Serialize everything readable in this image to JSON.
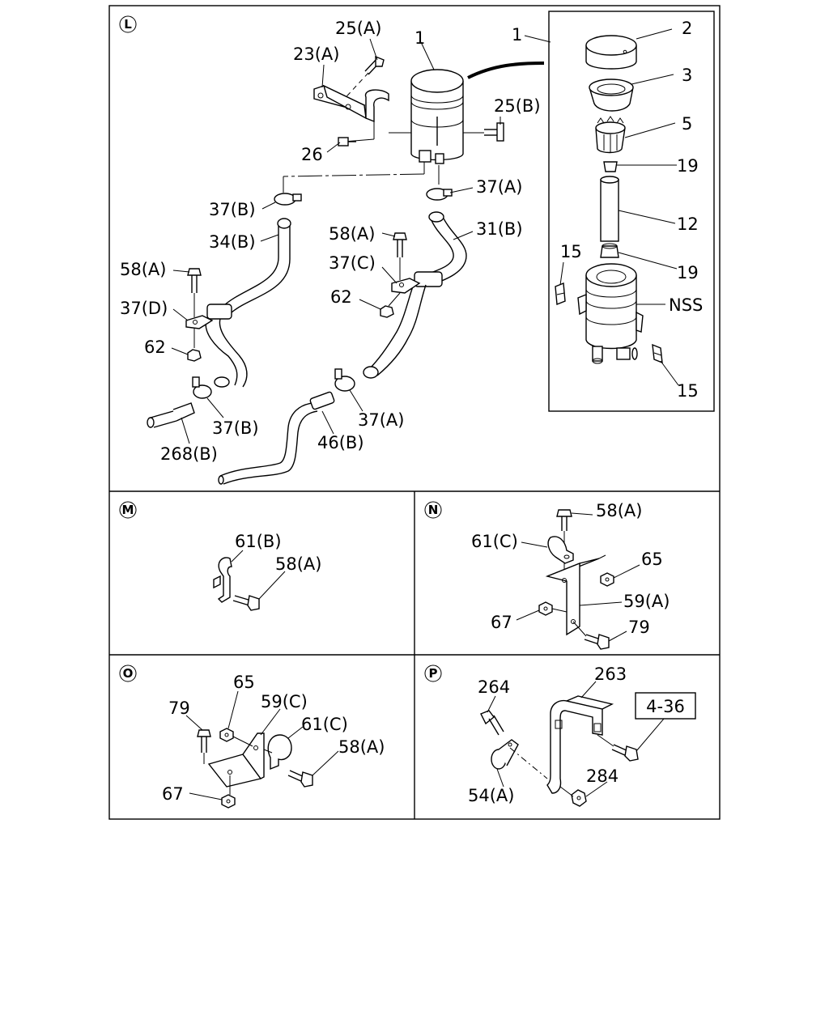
{
  "panels": {
    "L": {
      "letter": "L",
      "labels": {
        "p25a": "25(A)",
        "p23a": "23(A)",
        "p1a": "1",
        "p1b": "1",
        "p2": "2",
        "p3": "3",
        "p5": "5",
        "p19a": "19",
        "p12": "12",
        "p19b": "19",
        "p15a": "15",
        "nss": "NSS",
        "p15b": "15",
        "p25b": "25(B)",
        "p26": "26",
        "p37b1": "37(B)",
        "p37a1": "37(A)",
        "p34b": "34(B)",
        "p58a1": "58(A)",
        "p31b": "31(B)",
        "p58a2": "58(A)",
        "p37c": "37(C)",
        "p37d": "37(D)",
        "p62a": "62",
        "p62b": "62",
        "p37b2": "37(B)",
        "p37a2": "37(A)",
        "p268b": "268(B)",
        "p46b": "46(B)"
      }
    },
    "M": {
      "letter": "M",
      "labels": {
        "p61b": "61(B)",
        "p58a": "58(A)"
      }
    },
    "N": {
      "letter": "N",
      "labels": {
        "p58a": "58(A)",
        "p61c": "61(C)",
        "p65": "65",
        "p59a": "59(A)",
        "p67": "67",
        "p79": "79"
      }
    },
    "O": {
      "letter": "O",
      "labels": {
        "p65": "65",
        "p79": "79",
        "p59c": "59(C)",
        "p61c": "61(C)",
        "p58a": "58(A)",
        "p67": "67"
      }
    },
    "P": {
      "letter": "P",
      "labels": {
        "p263": "263",
        "p264": "264",
        "ref": "4-36",
        "p284": "284",
        "p54a": "54(A)"
      }
    }
  }
}
